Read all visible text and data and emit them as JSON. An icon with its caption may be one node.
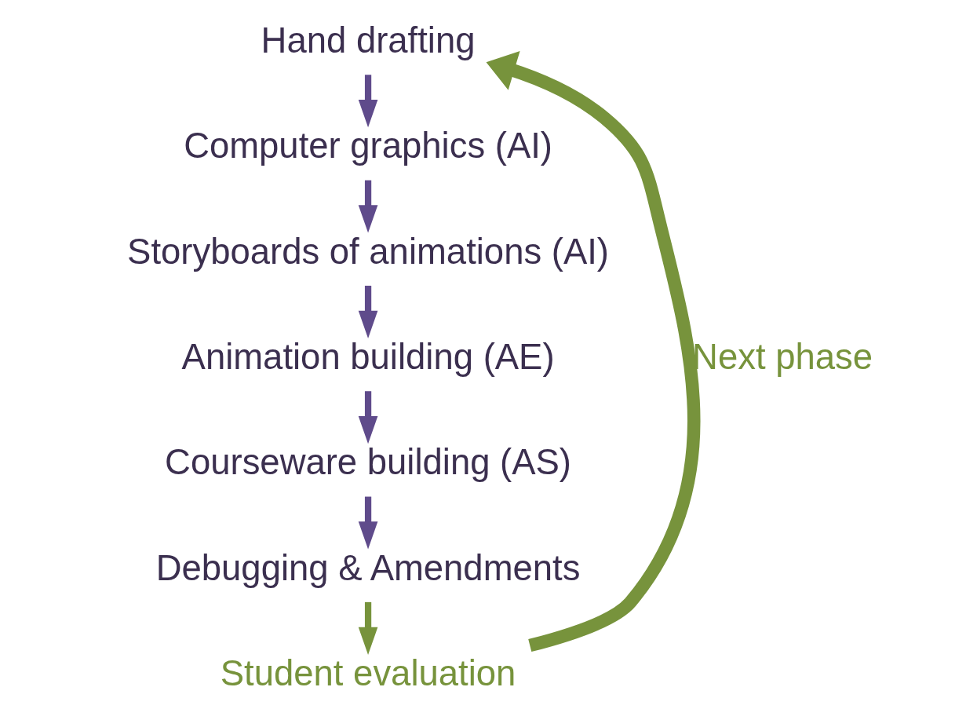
{
  "diagram": {
    "nodes": [
      {
        "text": [
          "Hand drafting"
        ]
      },
      {
        "text": [
          "Computer graphics (AI)"
        ]
      },
      {
        "text": [
          "Storyboards of animations (AI)"
        ]
      },
      {
        "text": [
          "Animation building (AE)"
        ]
      },
      {
        "text": [
          "Courseware building (AS)"
        ]
      },
      {
        "text": [
          "Debugging & Amendments"
        ]
      },
      {
        "text": [
          "Student evaluation"
        ]
      }
    ],
    "edges": [
      {
        "from": 0,
        "to": 1,
        "arrow": "to"
      },
      {
        "from": 1,
        "to": 2,
        "arrow": "to"
      },
      {
        "from": 2,
        "to": 3,
        "arrow": "to"
      },
      {
        "from": 3,
        "to": 4,
        "arrow": "to"
      },
      {
        "from": 4,
        "to": 5,
        "arrow": "to"
      },
      {
        "from": 5,
        "to": 6,
        "arrow": "to",
        "color": "#77933c"
      },
      {
        "from": 6,
        "to": 0,
        "arrow": "to",
        "label": "Next phase",
        "style": "thick",
        "color": "#77933c"
      }
    ]
  }
}
